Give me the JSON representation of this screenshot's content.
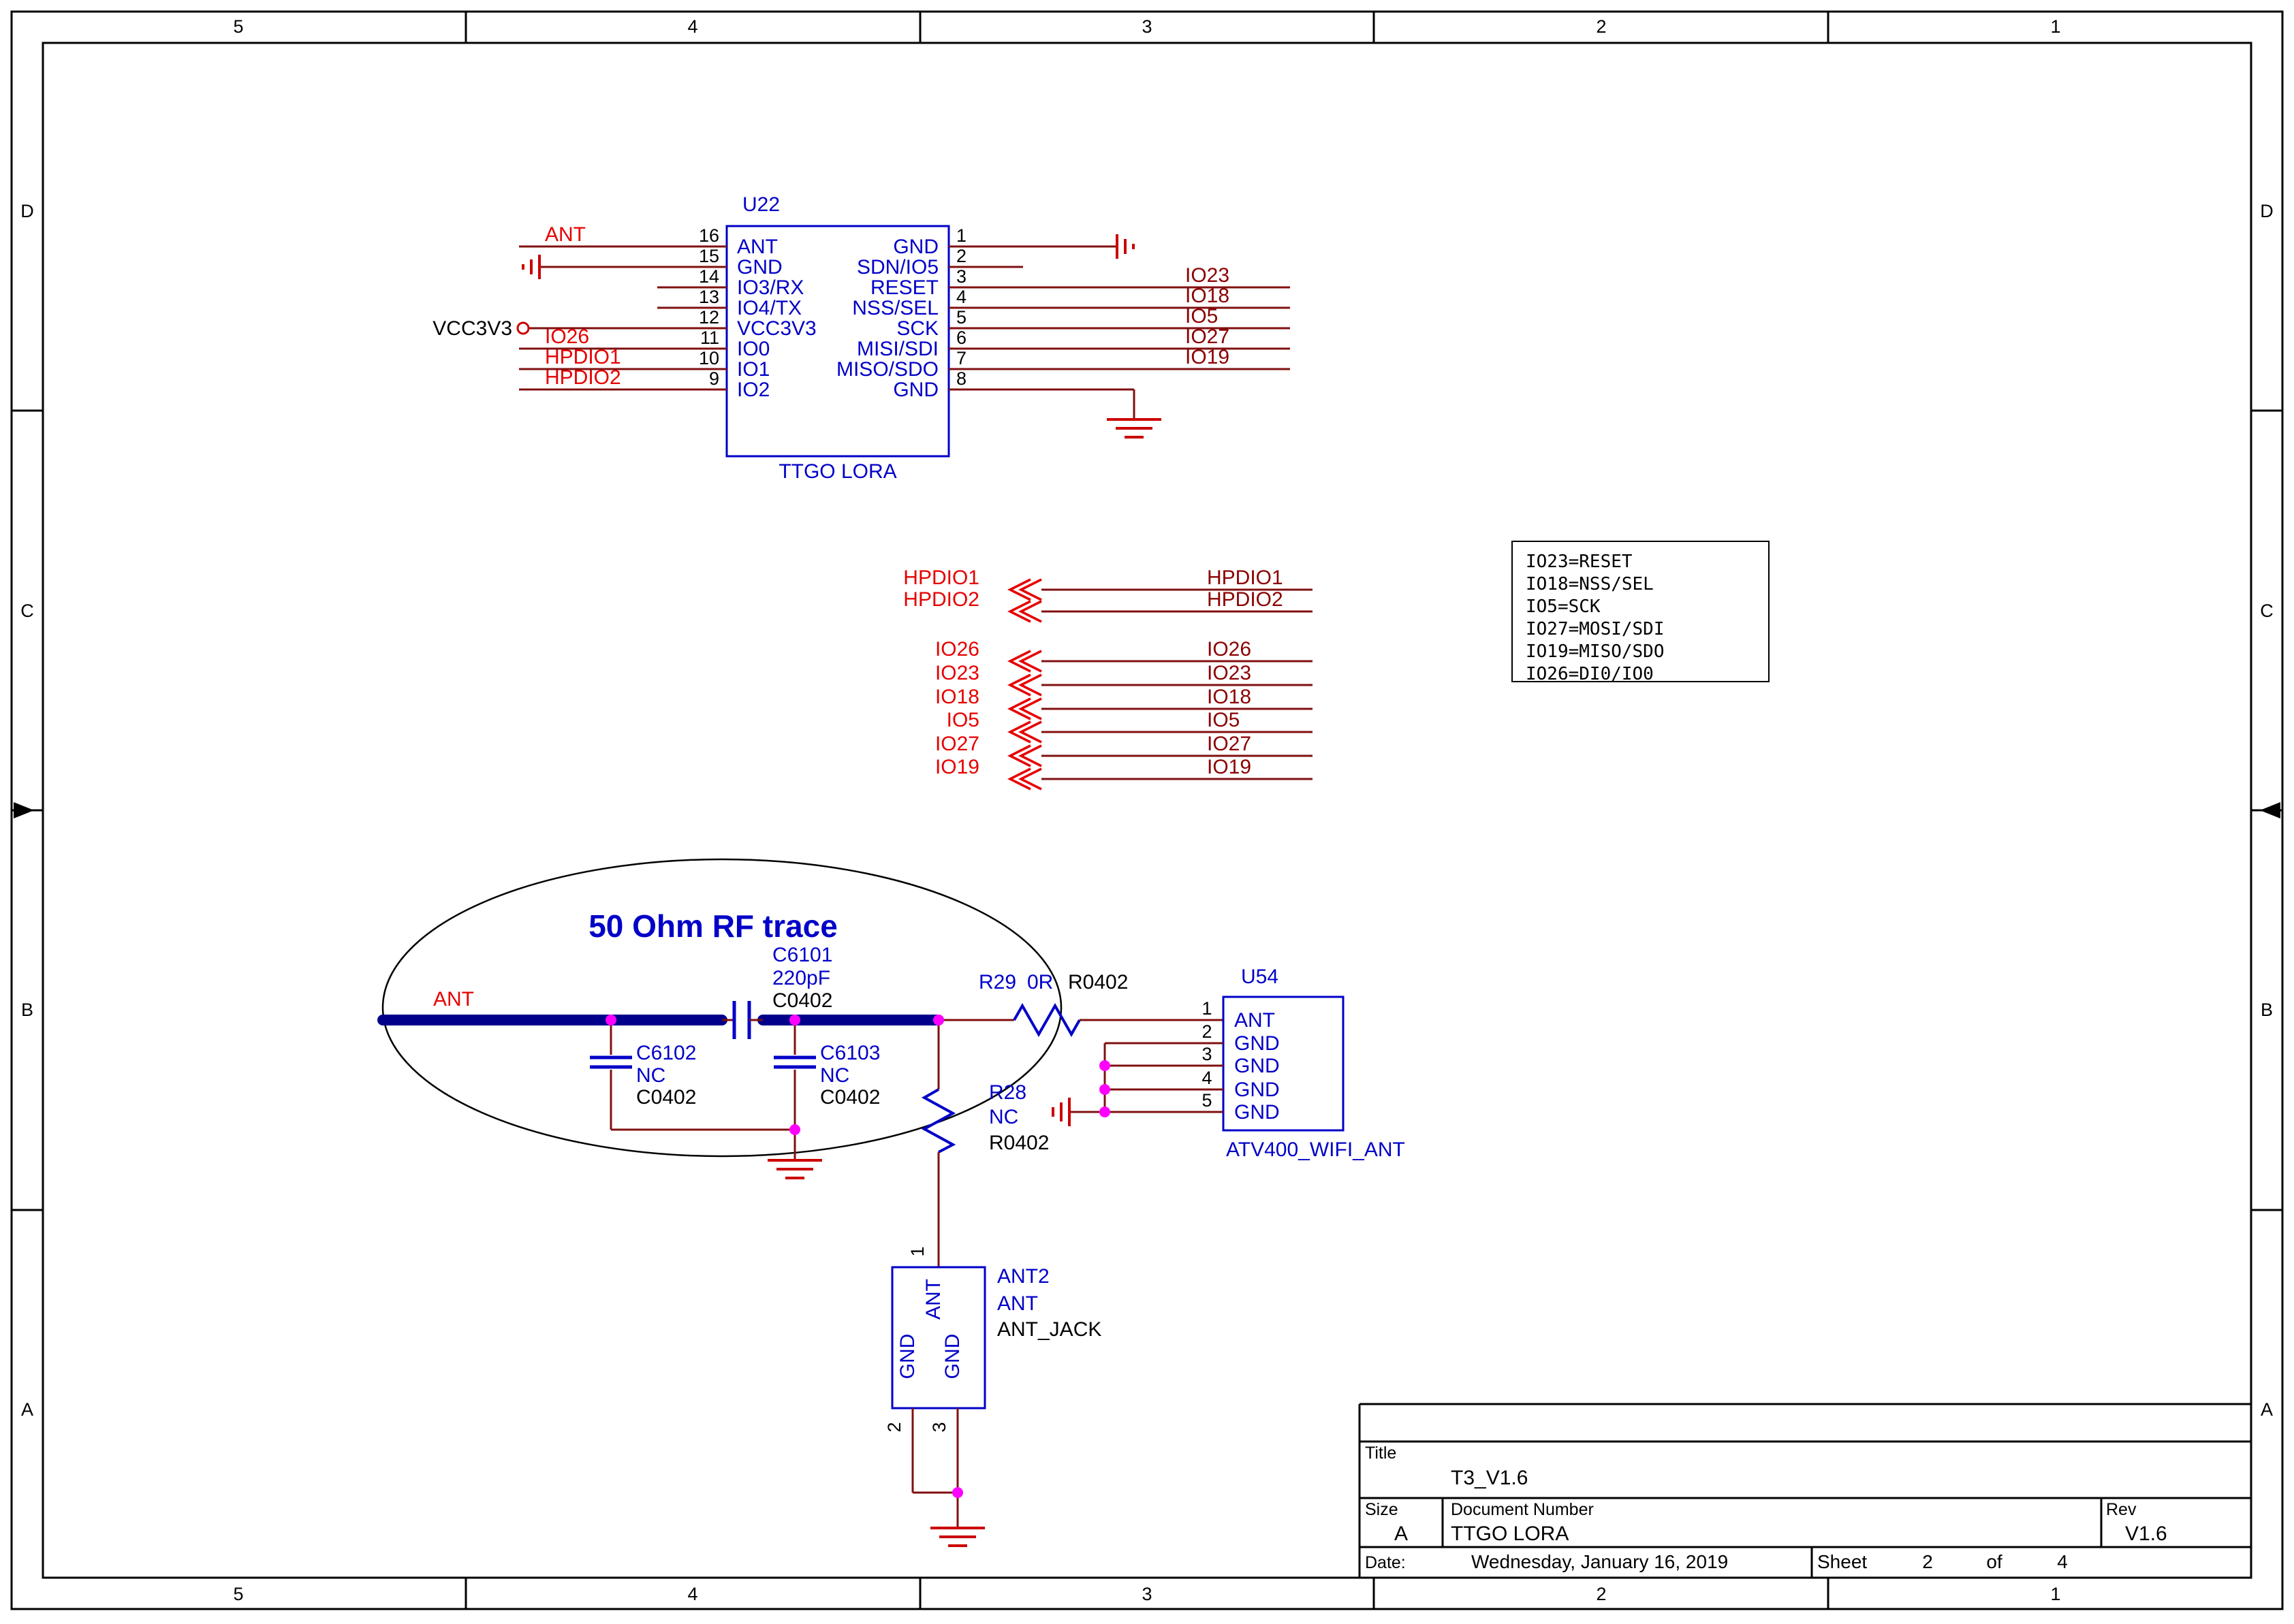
{
  "frame": {
    "cols": [
      "5",
      "4",
      "3",
      "2",
      "1"
    ],
    "rows": [
      "D",
      "C",
      "B",
      "A"
    ]
  },
  "u22": {
    "refdes": "U22",
    "part": "TTGO LORA",
    "left_pins": [
      {
        "num": "16",
        "name": "ANT"
      },
      {
        "num": "15",
        "name": "GND"
      },
      {
        "num": "14",
        "name": "IO3/RX"
      },
      {
        "num": "13",
        "name": "IO4/TX"
      },
      {
        "num": "12",
        "name": "VCC3V3"
      },
      {
        "num": "11",
        "name": "IO0"
      },
      {
        "num": "10",
        "name": "IO1"
      },
      {
        "num": "9",
        "name": "IO2"
      }
    ],
    "right_pins": [
      {
        "num": "1",
        "name": "GND"
      },
      {
        "num": "2",
        "name": "SDN/IO5"
      },
      {
        "num": "3",
        "name": "RESET"
      },
      {
        "num": "4",
        "name": "NSS/SEL"
      },
      {
        "num": "5",
        "name": "SCK"
      },
      {
        "num": "6",
        "name": "MISI/SDI"
      },
      {
        "num": "7",
        "name": "MISO/SDO"
      },
      {
        "num": "8",
        "name": "GND"
      }
    ],
    "nets": {
      "ant": "ANT",
      "vcc": "VCC3V3",
      "io26": "IO26",
      "hpdio1": "HPDIO1",
      "hpdio2": "HPDIO2",
      "io23": "IO23",
      "io18": "IO18",
      "io5": "IO5",
      "io27": "IO27",
      "io19": "IO19"
    }
  },
  "offpage": {
    "rows": [
      {
        "left": "HPDIO1",
        "right": "HPDIO1"
      },
      {
        "left": "HPDIO2",
        "right": "HPDIO2"
      },
      {
        "left": "IO26",
        "right": "IO26"
      },
      {
        "left": "IO23",
        "right": "IO23"
      },
      {
        "left": "IO18",
        "right": "IO18"
      },
      {
        "left": "IO5",
        "right": "IO5"
      },
      {
        "left": "IO27",
        "right": "IO27"
      },
      {
        "left": "IO19",
        "right": "IO19"
      }
    ]
  },
  "note": {
    "lines": [
      "IO23=RESET",
      "IO18=NSS/SEL",
      "IO5=SCK",
      "IO27=MOSI/SDI",
      "IO19=MISO/SDO",
      "IO26=DI0/IO0"
    ]
  },
  "rf": {
    "callout": "50 Ohm RF trace",
    "ant": "ANT",
    "c6101": {
      "ref": "C6101",
      "val": "220pF",
      "fp": "C0402"
    },
    "c6102": {
      "ref": "C6102",
      "val": "NC",
      "fp": "C0402"
    },
    "c6103": {
      "ref": "C6103",
      "val": "NC",
      "fp": "C0402"
    },
    "r29": {
      "ref": "R29",
      "val": "0R",
      "fp": "R0402"
    },
    "r28": {
      "ref": "R28",
      "val": "NC",
      "fp": "R0402"
    }
  },
  "u54": {
    "refdes": "U54",
    "part": "ATV400_WIFI_ANT",
    "pins": [
      {
        "num": "1",
        "name": "ANT"
      },
      {
        "num": "2",
        "name": "GND"
      },
      {
        "num": "3",
        "name": "GND"
      },
      {
        "num": "4",
        "name": "GND"
      },
      {
        "num": "5",
        "name": "GND"
      }
    ]
  },
  "ant2": {
    "refdes": "ANT2",
    "value": "ANT",
    "part": "ANT_JACK",
    "pin1": "1",
    "pin2": "2",
    "pin3": "3",
    "pad_ant": "ANT",
    "pad_gnd_left": "GND",
    "pad_gnd_right": "GND"
  },
  "titleblock": {
    "title_label": "Title",
    "title": "T3_V1.6",
    "size_label": "Size",
    "size": "A",
    "docnum_label": "Document Number",
    "docnum": "TTGO LORA",
    "rev_label": "Rev",
    "rev": "V1.6",
    "date_label": "Date:",
    "date": "Wednesday, January 16, 2019",
    "sheet_label": "Sheet",
    "sheet_num": "2",
    "of_label": "of",
    "sheet_total": "4"
  },
  "colors": {
    "wire": "#801010",
    "net_label": "#E60000",
    "alias_label": "#8B0000",
    "component": "#0000C8",
    "rf_trace": "#00008B",
    "junction": "#FF00FF",
    "ground": "#CC0000",
    "frame": "#000000"
  }
}
